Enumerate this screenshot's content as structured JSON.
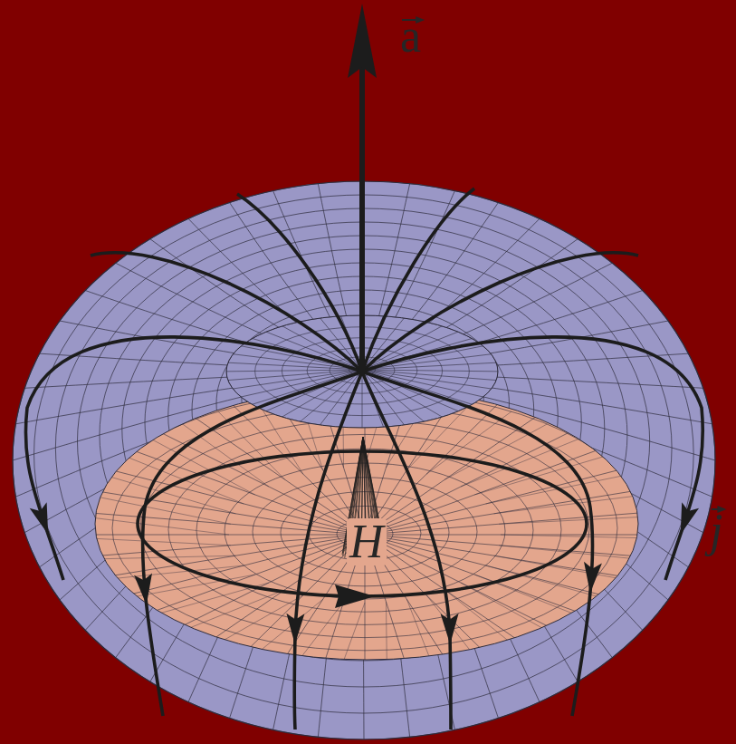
{
  "diagram": {
    "labels": [
      "a",
      "H",
      "j"
    ]
  }
}
